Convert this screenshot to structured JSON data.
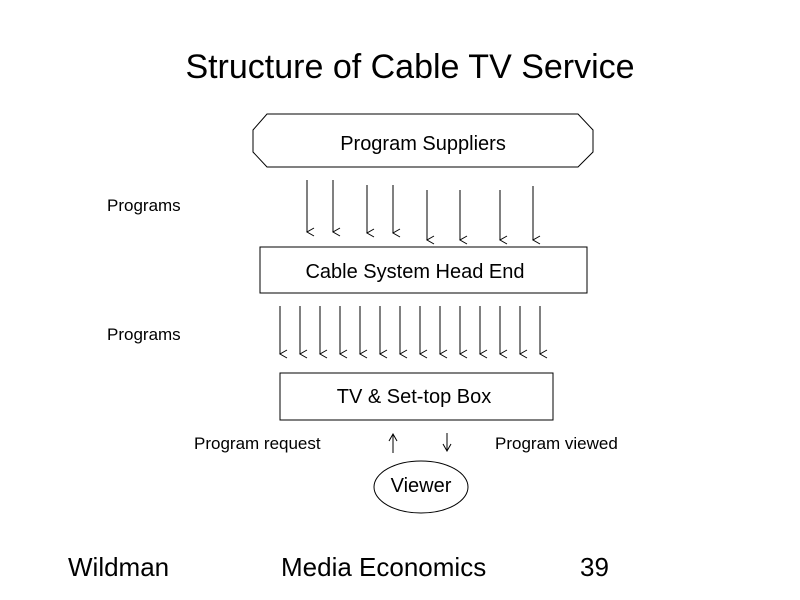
{
  "slide": {
    "title": "Structure of Cable TV Service"
  },
  "diagram": {
    "program_suppliers": "Program Suppliers",
    "head_end": "Cable System Head End",
    "tv_box": "TV & Set-top Box",
    "viewer": "Viewer",
    "programs_label_1": "Programs",
    "programs_label_2": "Programs",
    "program_request": "Program request",
    "program_viewed": "Program viewed"
  },
  "footer": {
    "author": "Wildman",
    "course": "Media Economics",
    "page_number": "39"
  }
}
